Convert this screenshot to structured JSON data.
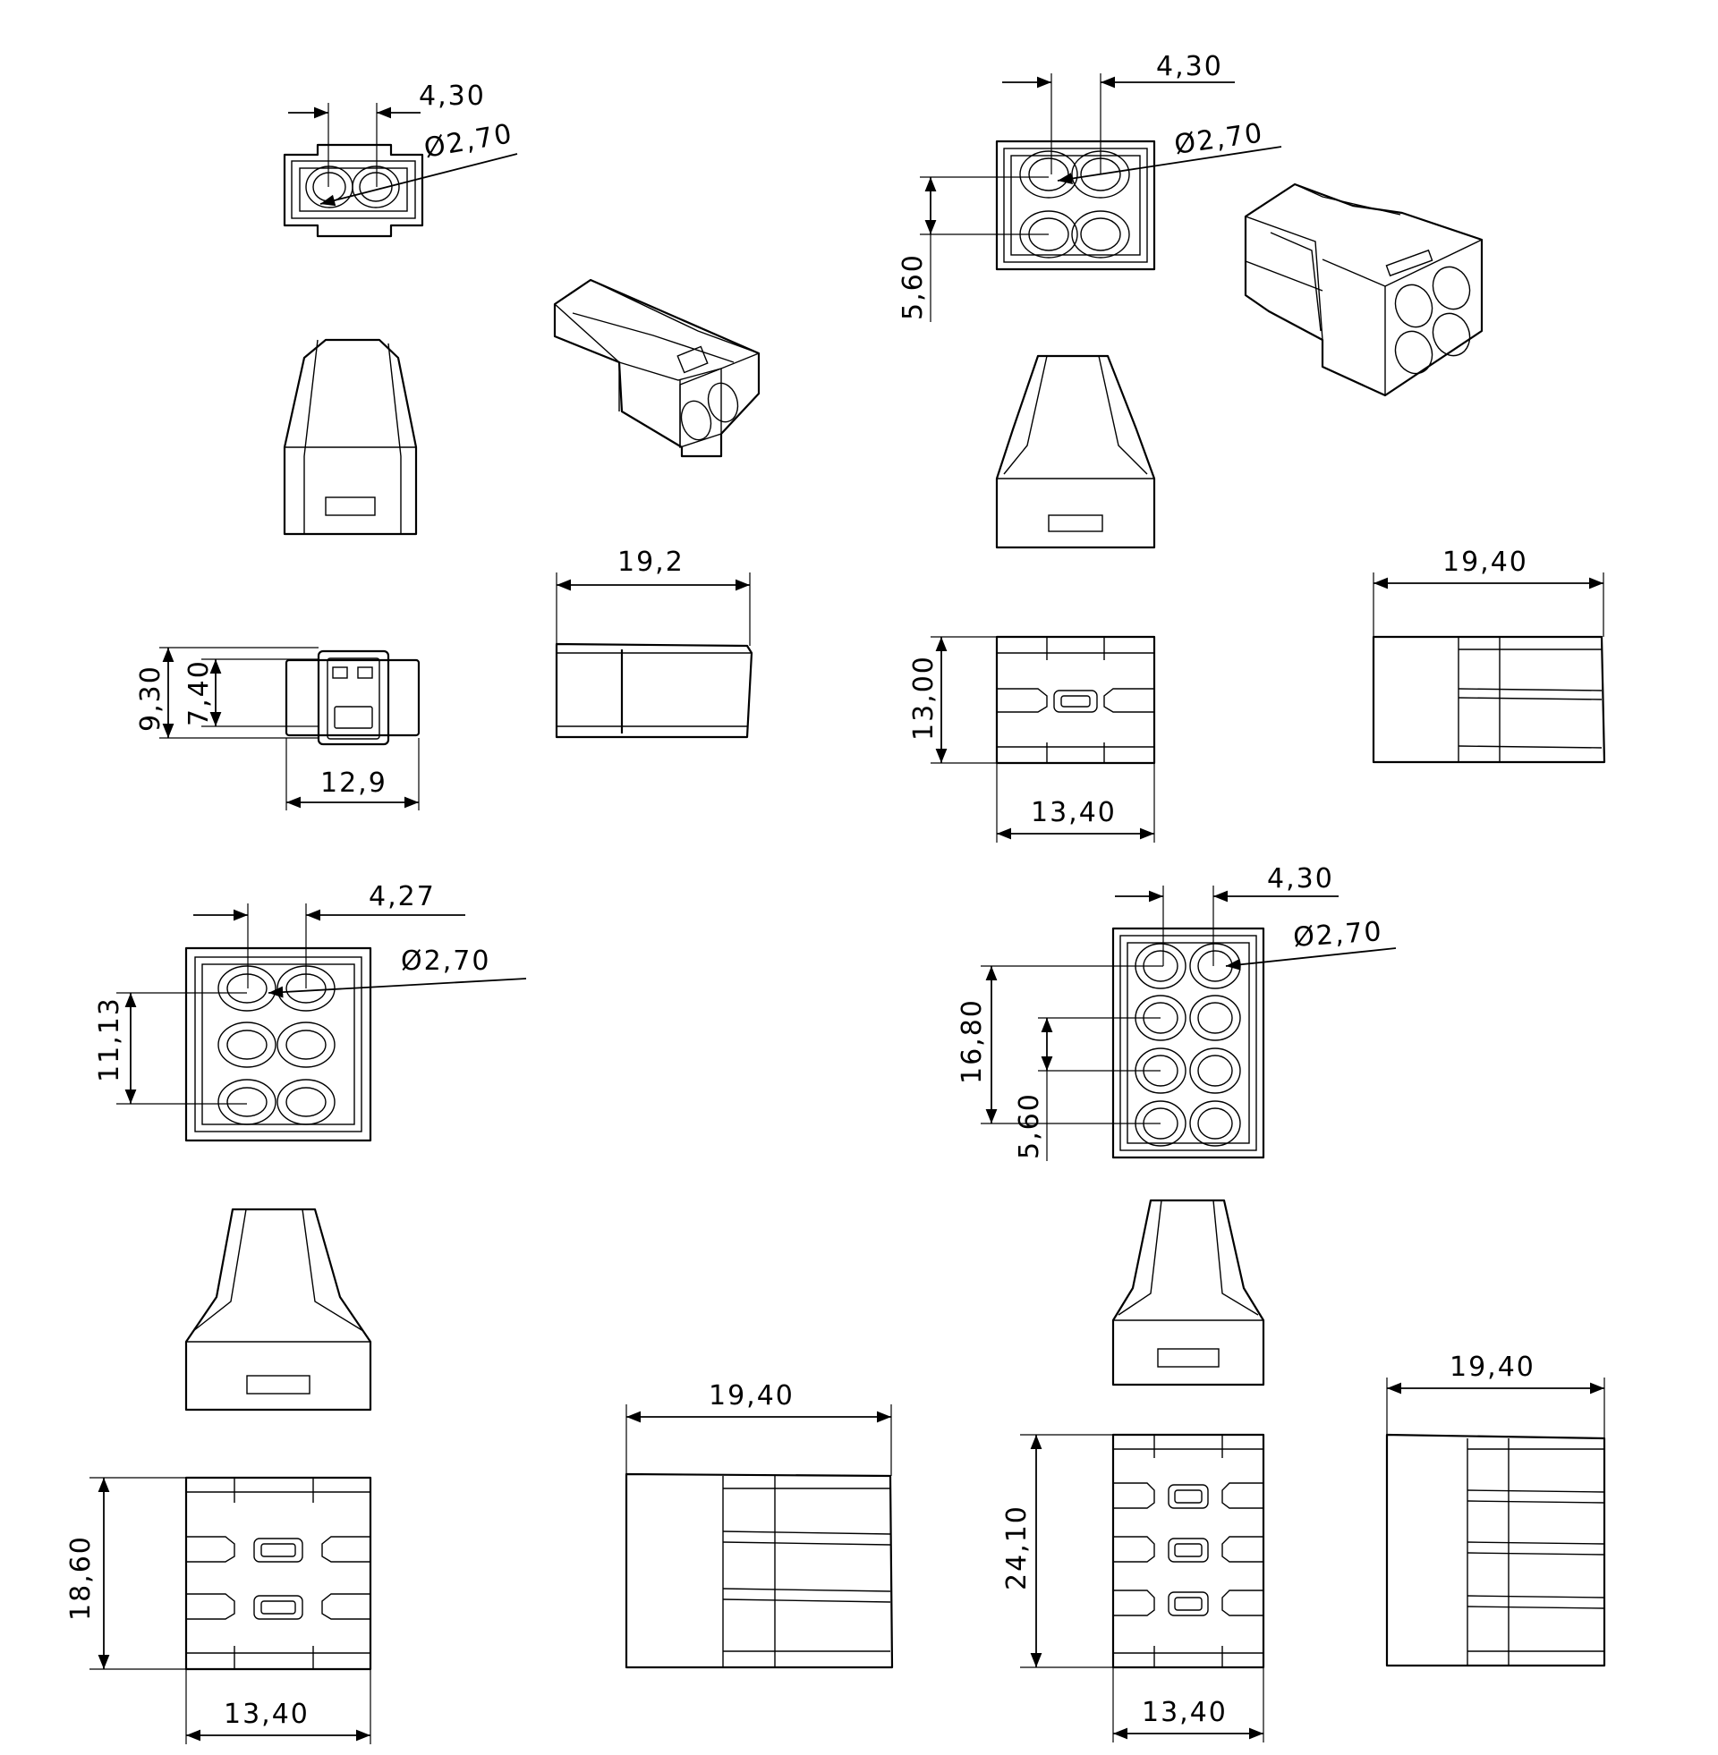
{
  "colors": {
    "line": "#000000",
    "background": "#ffffff"
  },
  "connector_2pole": {
    "pitch": "4,30",
    "hole_diameter": "Ø2,70",
    "height_total": "9,30",
    "height_inner": "7,40",
    "width": "12,9",
    "length": "19,2"
  },
  "connector_4pole": {
    "pitch": "4,30",
    "hole_diameter": "Ø2,70",
    "row_pitch": "5,60",
    "height": "13,00",
    "width": "13,40",
    "length": "19,40"
  },
  "connector_6pole": {
    "pitch": "4,27",
    "hole_diameter": "Ø2,70",
    "row_span": "11,13",
    "height": "18,60",
    "width": "13,40",
    "length": "19,40"
  },
  "connector_8pole": {
    "pitch": "4,30",
    "hole_diameter": "Ø2,70",
    "row_span": "16,80",
    "row_pitch": "5,60",
    "height": "24,10",
    "width": "13,40",
    "length": "19,40"
  }
}
